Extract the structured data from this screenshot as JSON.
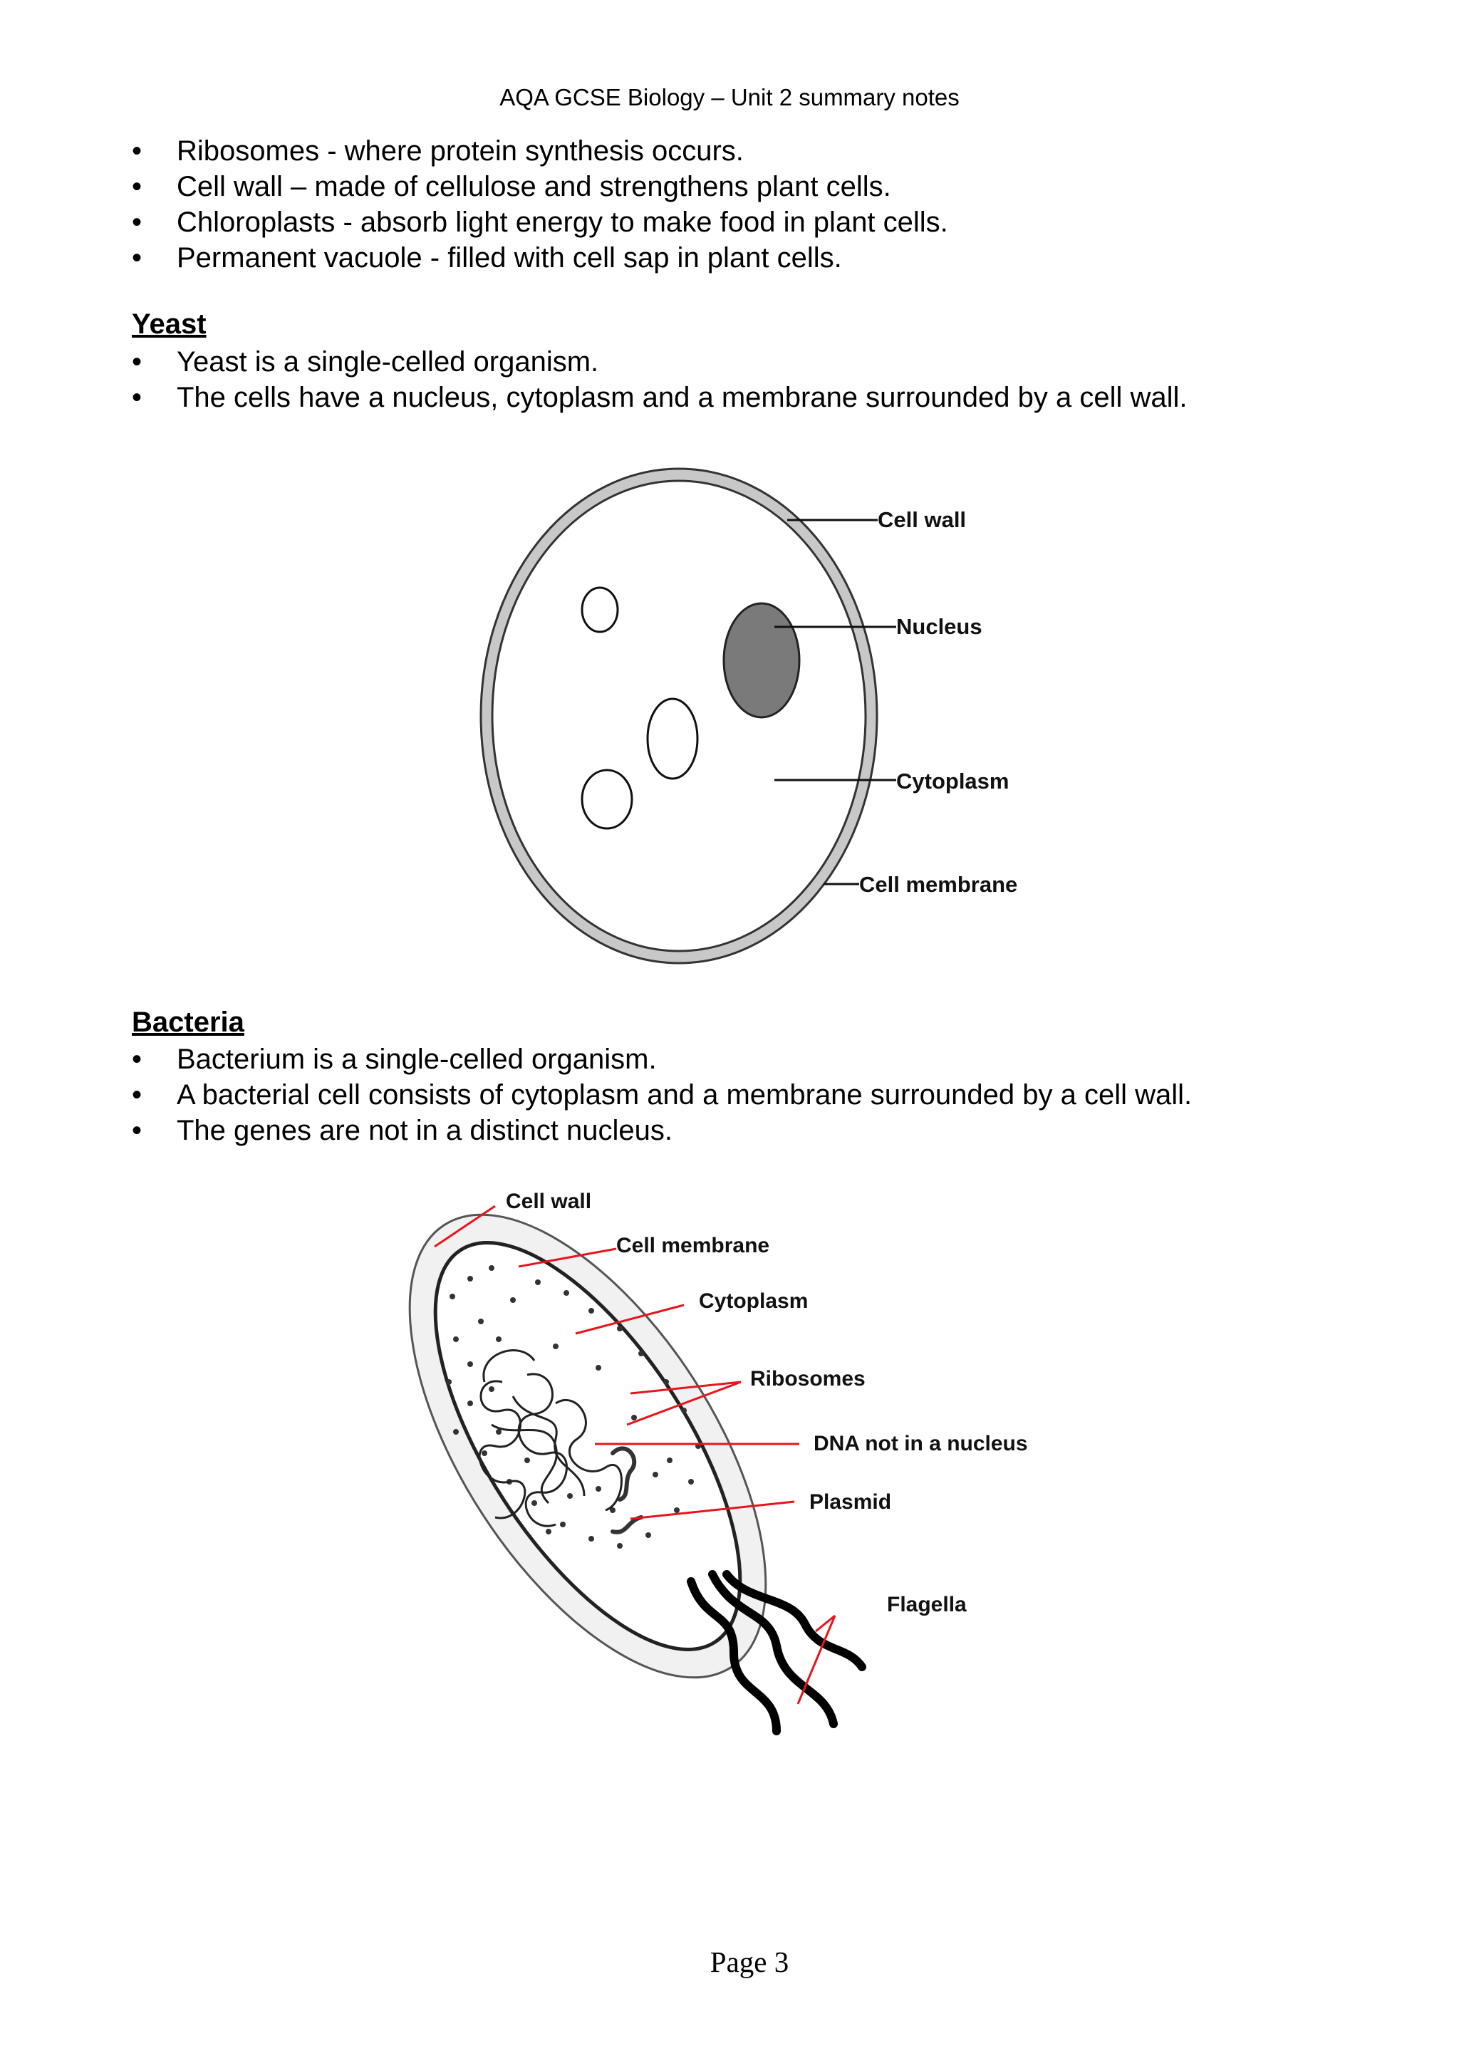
{
  "header": "AQA GCSE Biology – Unit 2 summary notes",
  "intro_bullets": [
    "Ribosomes -  where protein synthesis occurs.",
    "Cell wall – made of cellulose and strengthens plant cells.",
    "Chloroplasts - absorb light energy to make food in plant cells.",
    "Permanent vacuole - filled with cell sap in plant cells."
  ],
  "yeast": {
    "heading": "Yeast",
    "bullets": [
      "Yeast is a single-celled organism.",
      "The cells have a nucleus, cytoplasm and a membrane surrounded by a cell wall."
    ],
    "diagram_labels": {
      "cell_wall": "Cell wall",
      "nucleus": "Nucleus",
      "cytoplasm": "Cytoplasm",
      "cell_membrane": "Cell membrane"
    }
  },
  "bacteria": {
    "heading": "Bacteria",
    "bullets": [
      "Bacterium is a single-celled organism.",
      "A bacterial cell consists of cytoplasm and a membrane surrounded by a cell wall.",
      "The genes are not in a distinct nucleus."
    ],
    "diagram_labels": {
      "cell_wall": "Cell wall",
      "cell_membrane": "Cell membrane",
      "cytoplasm": "Cytoplasm",
      "ribosomes": "Ribosomes",
      "dna": "DNA not in a nucleus",
      "plasmid": "Plasmid",
      "flagella": "Flagella"
    }
  },
  "footer": "Page 3",
  "colors": {
    "pointer_line": "#e8141c",
    "nucleus_fill": "#7a7a7a",
    "wall_fill": "#c8c8c8"
  }
}
